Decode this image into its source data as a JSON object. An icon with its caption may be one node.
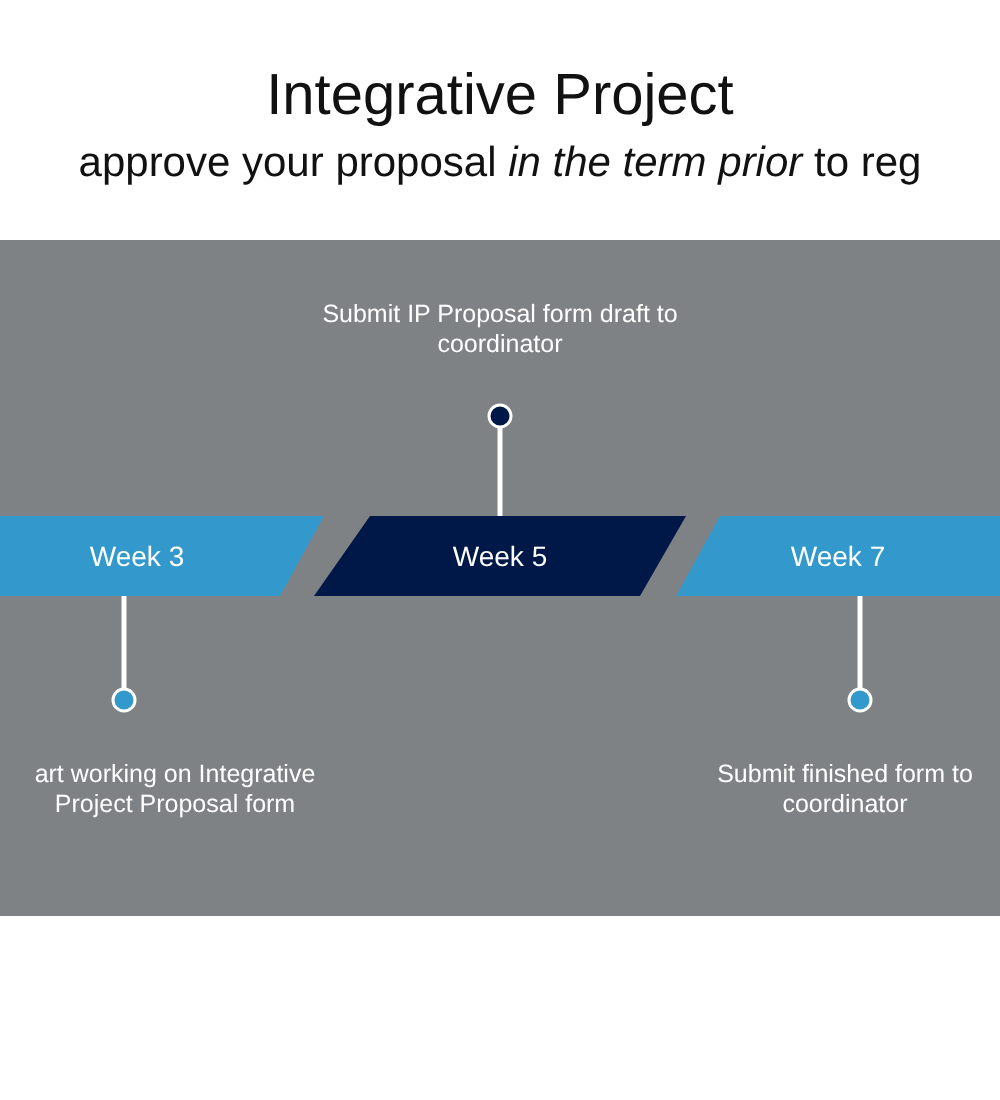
{
  "diagram": {
    "title": "Integrative Project",
    "nodes": [
      {
        "text": [
          "Submit IP Proposal form draft to coordinator"
        ]
      },
      {
        "text": [
          "Week 3"
        ]
      },
      {
        "text": [
          "Week 5"
        ]
      },
      {
        "text": [
          "Week 7"
        ]
      },
      {
        "text": [
          "art working on Integrative Project Proposal form"
        ]
      },
      {
        "text": [
          "Submit finished form to coordinator"
        ]
      }
    ],
    "edges": [
      {
        "from": 2,
        "to": 0,
        "arrow": "other"
      },
      {
        "from": 1,
        "to": 4,
        "arrow": "other"
      },
      {
        "from": 3,
        "to": 5,
        "arrow": "other"
      }
    ],
    "labels": [
      "approve your proposal *in the term prior* to reg"
    ]
  }
}
